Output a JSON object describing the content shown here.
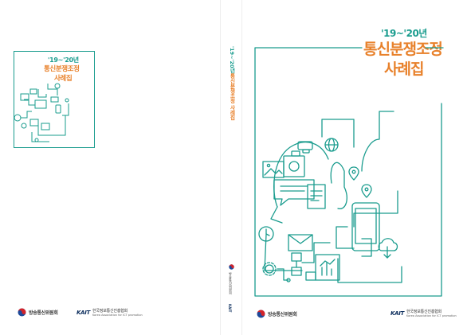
{
  "cover": {
    "year": "'19~'20년",
    "title_line1": "통신분쟁조정",
    "title_line2": "사례집",
    "spine_title": "통신분쟁조정 사례집"
  },
  "logos": {
    "kcc_name": "방송통신위원회",
    "kait_mark": "KAIT",
    "kait_name_ko": "한국정보통신진흥협회",
    "kait_name_en": "Korea Association for ICT promotion"
  },
  "colors": {
    "teal": "#1a9c8e",
    "orange": "#e8812b",
    "navy": "#0a2c5c",
    "kcc_red": "#d3232a",
    "kcc_blue": "#1e4a9a"
  }
}
